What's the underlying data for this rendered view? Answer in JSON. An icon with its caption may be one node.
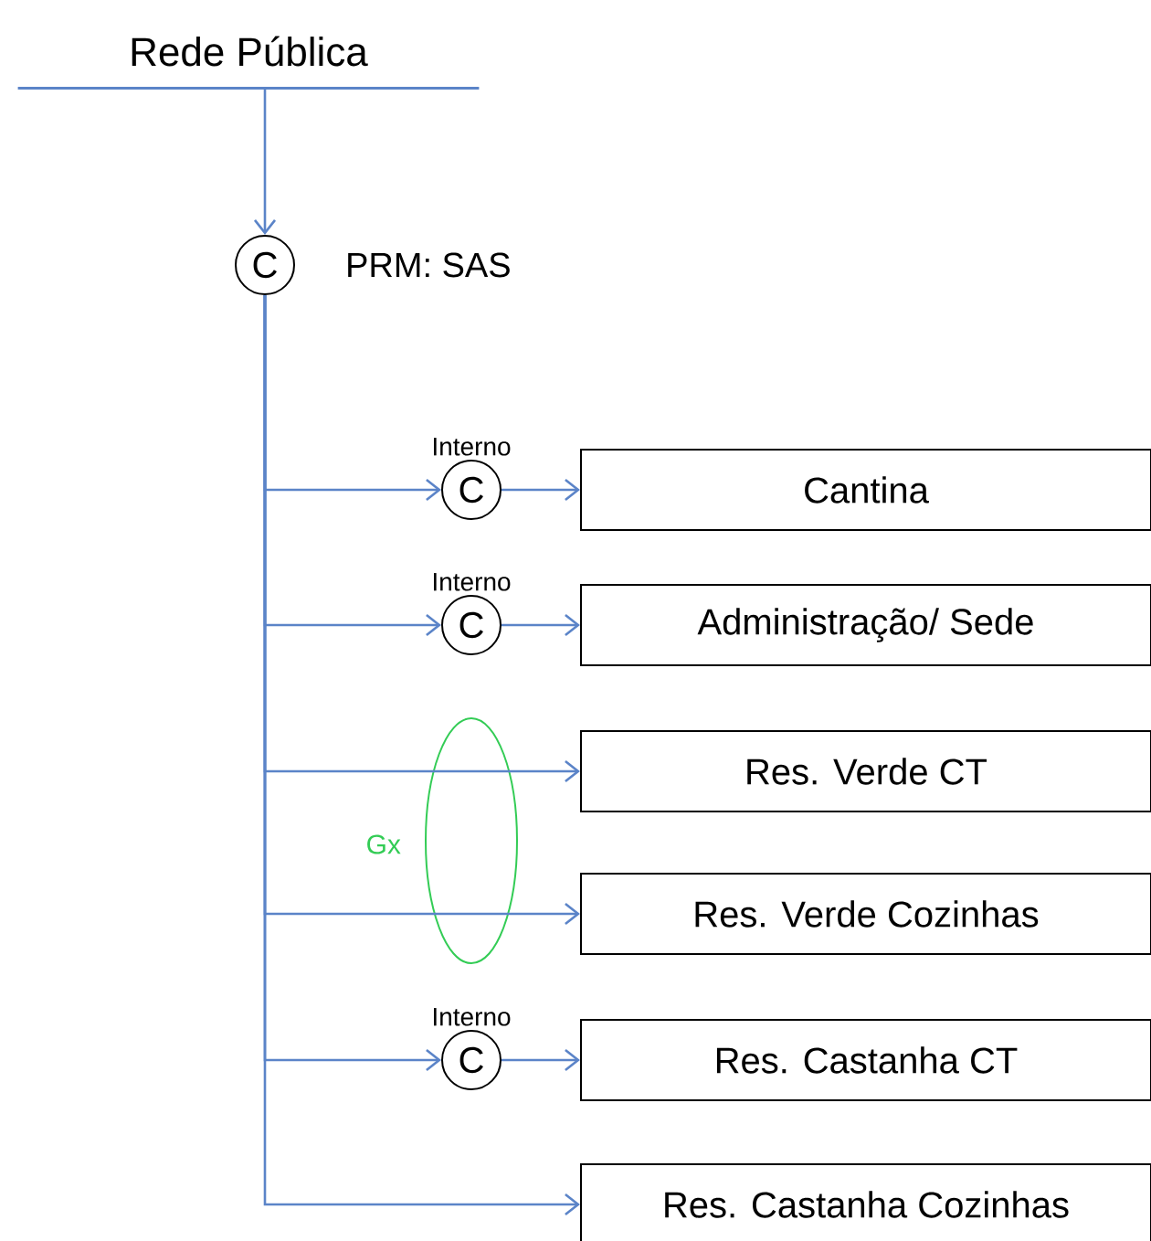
{
  "diagram": {
    "nodes": [
      {
        "text": [
          "Rede Pública"
        ]
      },
      {
        "text": [
          "C"
        ],
        "beside": [
          "PRM: SAS"
        ]
      },
      {
        "text": [
          "C"
        ],
        "beside": [
          "Interno"
        ]
      },
      {
        "text": [
          "Cantina"
        ]
      },
      {
        "text": [
          "C"
        ],
        "beside": [
          "Interno"
        ]
      },
      {
        "text": [
          "Administração/ Sede"
        ]
      },
      {
        "text": [
          "Res. Verde CT"
        ]
      },
      {
        "text": [
          "Res. Verde Cozinhas"
        ]
      },
      {
        "text": [
          "C"
        ],
        "beside": [
          "Interno"
        ]
      },
      {
        "text": [
          "Res. Castanha CT"
        ]
      },
      {
        "text": [
          "Res. Castanha Cozinhas"
        ]
      }
    ],
    "labels": [
      "Gx"
    ],
    "edges": [
      {
        "from": 0,
        "to": 1,
        "arrow": "to"
      },
      {
        "from": 1,
        "to": 2,
        "arrow": "to"
      },
      {
        "from": 2,
        "to": 3,
        "arrow": "to"
      },
      {
        "from": 1,
        "to": 4,
        "arrow": "to"
      },
      {
        "from": 4,
        "to": 5,
        "arrow": "to"
      },
      {
        "from": 1,
        "to": 6,
        "arrow": "to"
      },
      {
        "from": 1,
        "to": 7,
        "arrow": "to"
      },
      {
        "from": 1,
        "to": 8,
        "arrow": "to"
      },
      {
        "from": 8,
        "to": 9,
        "arrow": "to"
      },
      {
        "from": 1,
        "to": 10,
        "arrow": "to"
      }
    ]
  }
}
